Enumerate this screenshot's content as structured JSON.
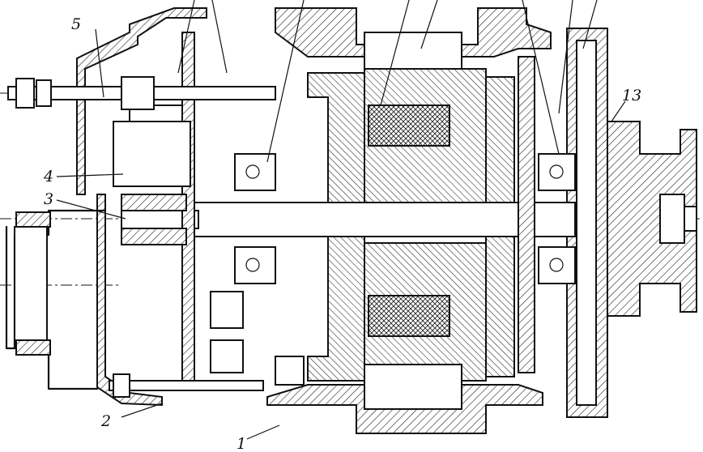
{
  "callouts": [
    {
      "id": "c1",
      "text": "1"
    },
    {
      "id": "c2",
      "text": "2"
    },
    {
      "id": "c3",
      "text": "3"
    },
    {
      "id": "c4",
      "text": "4"
    },
    {
      "id": "c5",
      "text": "5"
    },
    {
      "id": "c13",
      "text": "13"
    }
  ]
}
